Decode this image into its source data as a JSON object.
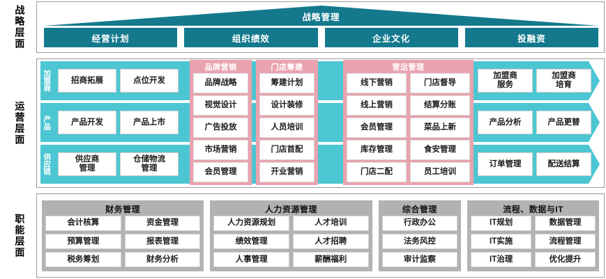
{
  "layers": [
    {
      "id": "strategy",
      "label": "战略层面"
    },
    {
      "id": "operation",
      "label": "运营层面"
    },
    {
      "id": "function",
      "label": "职能层面"
    }
  ],
  "colors": {
    "roof_teal": "#14798d",
    "band_teal": "#4cc6d2",
    "group_pink": "#e9a3ae",
    "function_gray": "#b2b2b2",
    "cell_white": "#ffffff",
    "frame_border": "#9a9a9a"
  },
  "strategy": {
    "roof_label": "战略管理",
    "boxes": [
      {
        "label": "经营计划"
      },
      {
        "label": "组织绩效"
      },
      {
        "label": "企业文化"
      },
      {
        "label": "投融资"
      }
    ]
  },
  "operation": {
    "bands": [
      {
        "vlabel": "加盟商",
        "left_cells": [
          "招商拓展",
          "点位开发"
        ],
        "right_cells": [
          "加盟商\n服务",
          "加盟商\n培育"
        ]
      },
      {
        "vlabel": "产品",
        "left_cells": [
          "产品开发",
          "产品上市"
        ],
        "right_cells": [
          "产品分析",
          "产品更替"
        ]
      },
      {
        "vlabel": "供应链",
        "left_cells": [
          "供应商\n管理",
          "仓储物流\n管理"
        ],
        "right_cells": [
          "订单管理",
          "配送结算"
        ]
      }
    ],
    "groups": [
      {
        "id": "brand",
        "title": "品牌营销",
        "columns": [
          [
            "品牌战略",
            "视觉设计",
            "广告投放",
            "市场营销",
            "会员管理"
          ]
        ]
      },
      {
        "id": "build",
        "title": "门店筹建",
        "columns": [
          [
            "筹建计划",
            "设计装修",
            "人员培训",
            "门店首配",
            "开业营销"
          ]
        ]
      },
      {
        "id": "ops",
        "title": "营运管理",
        "columns": [
          [
            "线下营销",
            "线上营销",
            "会员管理",
            "库存管理",
            "门店二配"
          ],
          [
            "门店督导",
            "结算分账",
            "菜品上新",
            "食安管理",
            "员工培训"
          ]
        ]
      }
    ]
  },
  "functionLayer": {
    "groups": [
      {
        "id": "finance",
        "title": "财务管理",
        "columns": [
          [
            "会计核算",
            "预算管理",
            "税务筹划"
          ],
          [
            "资金管理",
            "报表管理",
            "财务分析"
          ]
        ]
      },
      {
        "id": "hr",
        "title": "人力资源管理",
        "columns": [
          [
            "人力资源规划",
            "绩效管理",
            "人事管理"
          ],
          [
            "人才培训",
            "人才招聘",
            "薪酬福利"
          ]
        ]
      },
      {
        "id": "general",
        "title": "综合管理",
        "columns": [
          [
            "行政办公",
            "法务风控",
            "审计监察"
          ]
        ]
      },
      {
        "id": "it",
        "title": "流程、数据与IT",
        "columns": [
          [
            "IT规划",
            "IT实施",
            "IT治理"
          ],
          [
            "数据管理",
            "流程管理",
            "优化提升"
          ]
        ]
      }
    ]
  }
}
